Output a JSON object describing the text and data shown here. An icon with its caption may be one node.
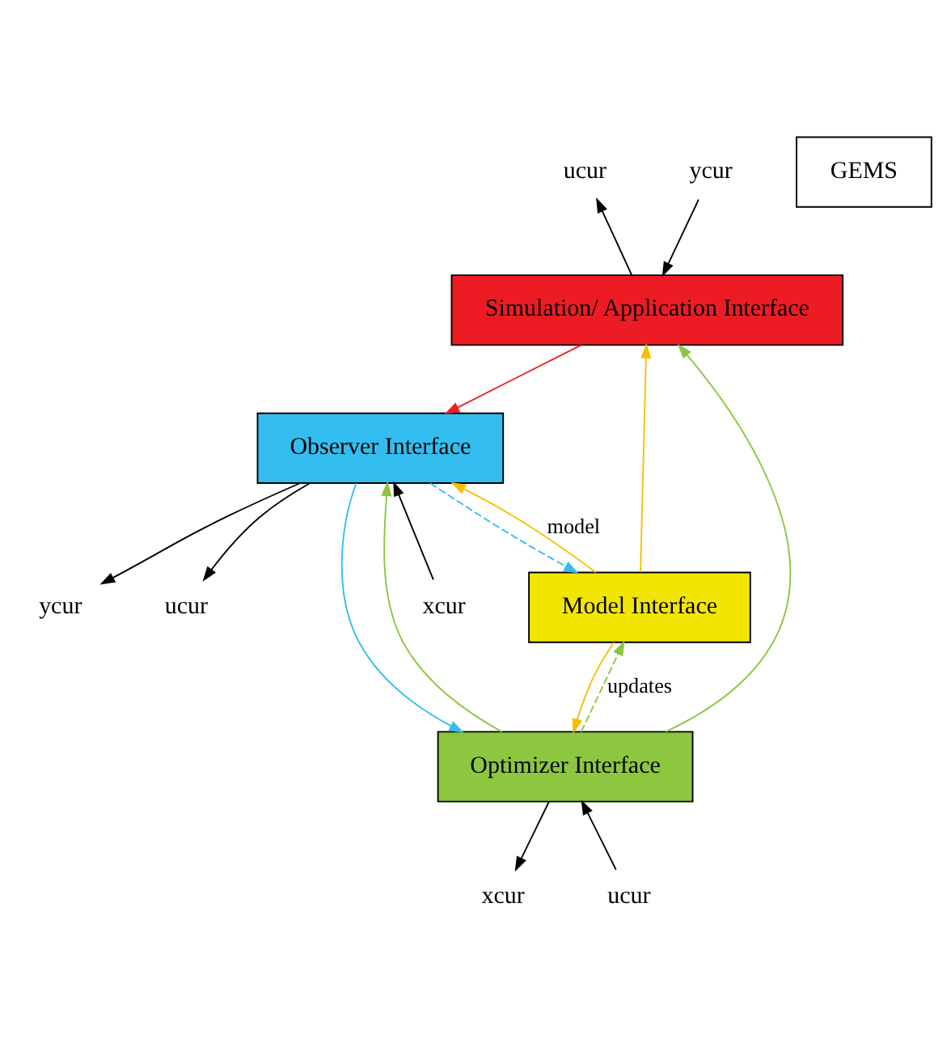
{
  "diagram": {
    "nodes": [
      {
        "text": [
          "ucur"
        ]
      },
      {
        "text": [
          "ycur"
        ]
      },
      {
        "text": [
          "Simulation/ Application Interface"
        ]
      },
      {
        "text": [
          "GEMS"
        ]
      },
      {
        "text": [
          "Model Interface"
        ]
      },
      {
        "text": [
          "Observer Interface"
        ]
      },
      {
        "text": [
          "ycur"
        ]
      },
      {
        "text": [
          "ucur"
        ]
      },
      {
        "text": [
          "xcur"
        ]
      },
      {
        "text": [
          "Optimizer Interface"
        ]
      },
      {
        "text": [
          "ucur"
        ]
      },
      {
        "text": [
          "xcur"
        ]
      }
    ],
    "edges": [
      {
        "from": 2,
        "to": 0,
        "arrow": "to"
      },
      {
        "from": 1,
        "to": 2,
        "arrow": "to"
      },
      {
        "from": 2,
        "to": 5,
        "arrow": "to",
        "color": "#e8202a"
      },
      {
        "from": 4,
        "to": 5,
        "arrow": "to",
        "label": "model",
        "color": "#f5c000"
      },
      {
        "from": 4,
        "to": 2,
        "arrow": "to",
        "color": "#f5c000"
      },
      {
        "from": 4,
        "to": 9,
        "arrow": "to",
        "color": "#f5c000"
      },
      {
        "from": 9,
        "to": 2,
        "arrow": "to",
        "color": "#8cc63f"
      },
      {
        "from": 9,
        "to": 5,
        "arrow": "to",
        "color": "#8cc63f"
      },
      {
        "from": 5,
        "to": 4,
        "arrow": "to",
        "style": "dashed",
        "color": "#33bdef"
      },
      {
        "from": 9,
        "to": 4,
        "arrow": "to",
        "label": "updates",
        "style": "dashed",
        "color": "#8cc63f"
      },
      {
        "from": 5,
        "to": 9,
        "arrow": "to",
        "color": "#33bdef"
      },
      {
        "from": 5,
        "to": 6,
        "arrow": "to"
      },
      {
        "from": 5,
        "to": 7,
        "arrow": "to"
      },
      {
        "from": 8,
        "to": 5,
        "arrow": "to"
      },
      {
        "from": 10,
        "to": 9,
        "arrow": "to"
      },
      {
        "from": 9,
        "to": 11,
        "arrow": "to"
      }
    ]
  }
}
